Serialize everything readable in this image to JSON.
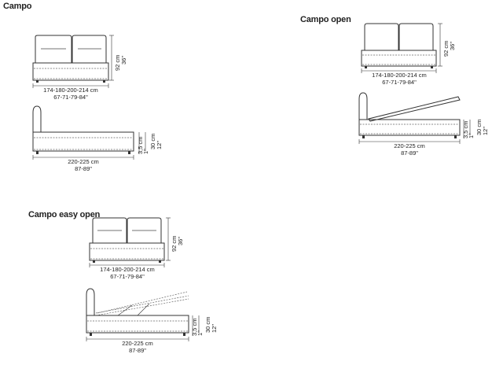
{
  "sections": [
    {
      "title": "Campo",
      "front": {
        "height_cm": "92 cm",
        "height_in": "36\"",
        "width_cm": "174-180-200-214 cm",
        "width_in": "67-71-79-84\""
      },
      "side": {
        "foot_cm": "3,5 cm",
        "foot_in": "1\"",
        "base_cm": "30 cm",
        "base_in": "12\"",
        "length_cm": "220-225 cm",
        "length_in": "87-89\""
      }
    },
    {
      "title": "Campo open",
      "front": {
        "height_cm": "92 cm",
        "height_in": "36\"",
        "width_cm": "174-180-200-214 cm",
        "width_in": "67-71-79-84\""
      },
      "side": {
        "foot_cm": "3,5 cm",
        "foot_in": "1\"",
        "base_cm": "30 cm",
        "base_in": "12\"",
        "length_cm": "220-225 cm",
        "length_in": "87-89\""
      }
    },
    {
      "title": "Campo easy open",
      "front": {
        "height_cm": "92 cm",
        "height_in": "36\"",
        "width_cm": "174-180-200-214 cm",
        "width_in": "67-71-79-84\""
      },
      "side": {
        "foot_cm": "3,5 cm",
        "foot_in": "1\"",
        "base_cm": "30 cm",
        "base_in": "12\"",
        "length_cm": "220-225 cm",
        "length_in": "87-89\""
      }
    }
  ]
}
